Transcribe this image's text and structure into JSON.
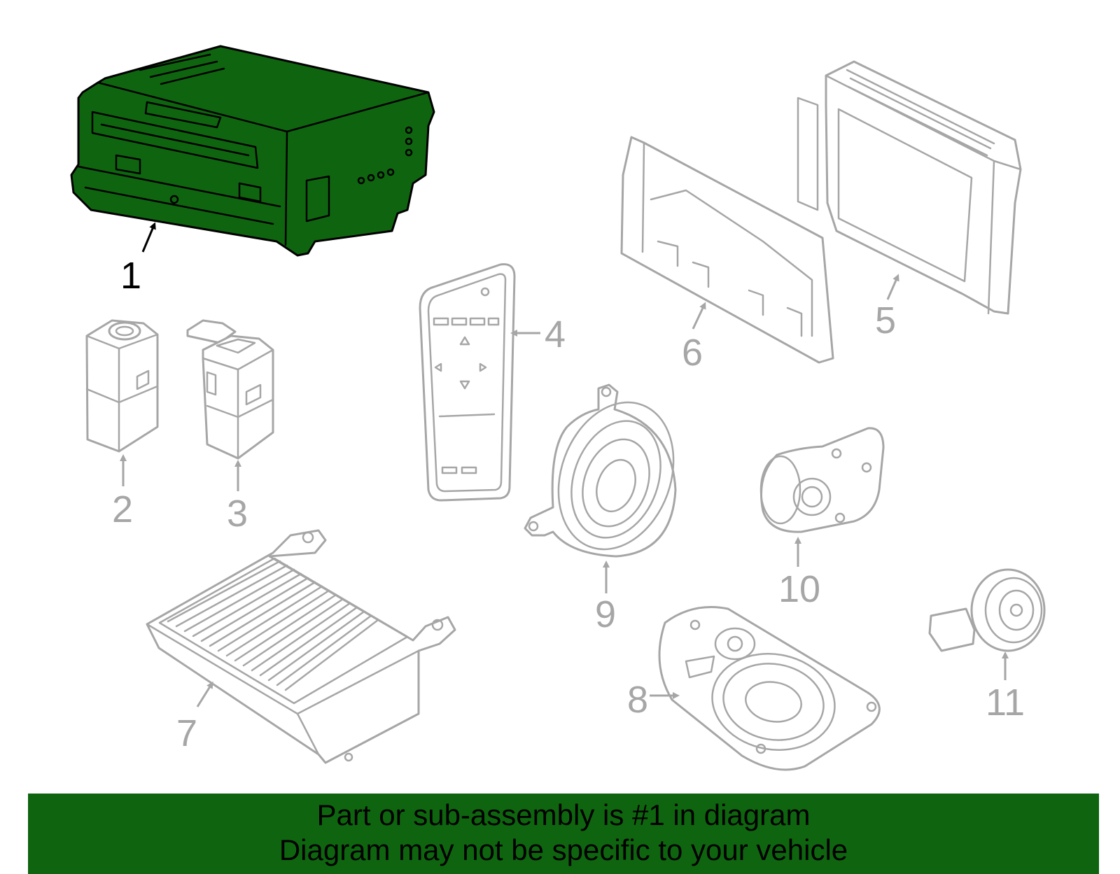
{
  "diagram": {
    "highlighted_part": "1",
    "highlight_color": "#0f650f",
    "line_color": "#a6a6a6",
    "callouts": [
      "1",
      "2",
      "3",
      "4",
      "5",
      "6",
      "7",
      "8",
      "9",
      "10",
      "11"
    ]
  },
  "footer": {
    "line1": "Part or sub-assembly is #1 in diagram",
    "line2": "Diagram may not be specific to your vehicle",
    "background": "#0f650f"
  }
}
